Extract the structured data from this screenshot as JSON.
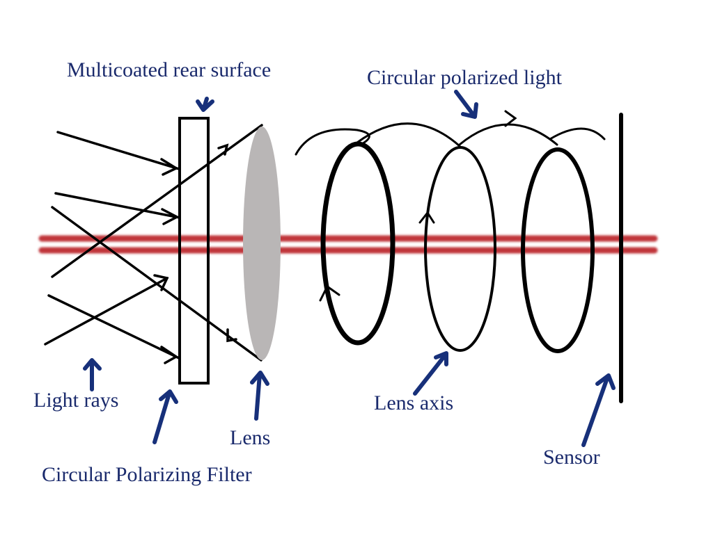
{
  "diagram": {
    "labels": {
      "multicoated_rear_surface": "Multicoated rear surface",
      "circular_polarized_light": "Circular polarized light",
      "light_rays": "Light rays",
      "lens": "Lens",
      "circular_polarizing_filter": "Circular Polarizing Filter",
      "lens_axis": "Lens axis",
      "sensor": "Sensor"
    },
    "colors": {
      "label_text": "#1a2a6c",
      "label_arrow": "#17307a",
      "lens_axis": "#c0343a",
      "lens_fill": "#b9b6b6",
      "ink": "#000000"
    }
  }
}
